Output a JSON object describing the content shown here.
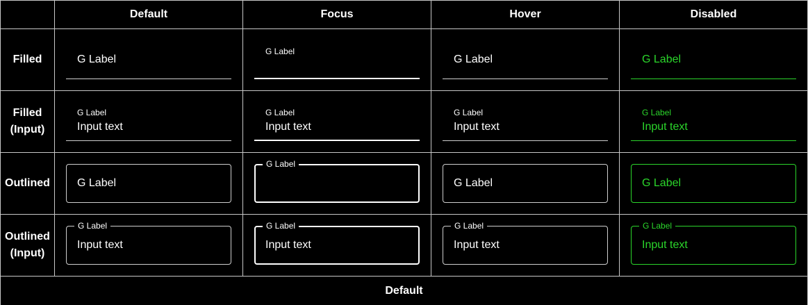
{
  "columns": [
    "Default",
    "Focus",
    "Hover",
    "Disabled"
  ],
  "rows": [
    {
      "line1": "Filled",
      "line2": ""
    },
    {
      "line1": "Filled",
      "line2": "(Input)"
    },
    {
      "line1": "Outlined",
      "line2": ""
    },
    {
      "line1": "Outlined",
      "line2": "(Input)"
    }
  ],
  "field": {
    "label": "G Label",
    "input_text": "Input text"
  },
  "footer": "Default",
  "colors": {
    "background": "#000000",
    "border": "#cfcfcf",
    "disabled": "#2bd62b",
    "text": "#ffffff"
  }
}
